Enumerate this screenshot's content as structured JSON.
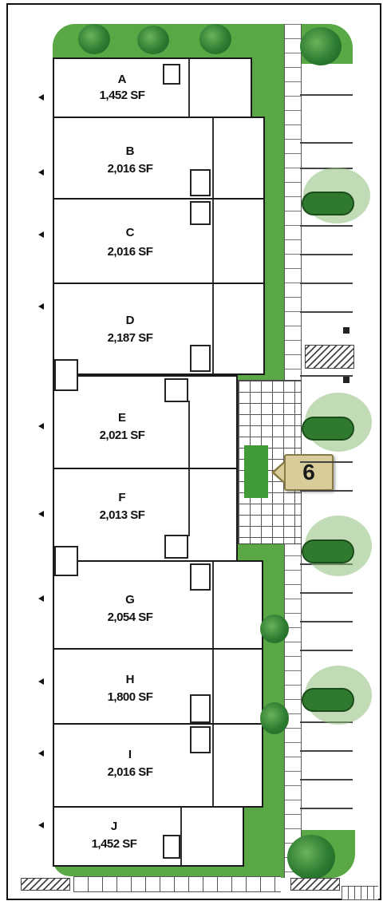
{
  "units": [
    {
      "letter": "A",
      "area": "1,452 SF"
    },
    {
      "letter": "B",
      "area": "2,016 SF"
    },
    {
      "letter": "C",
      "area": "2,016 SF"
    },
    {
      "letter": "D",
      "area": "2,187 SF"
    },
    {
      "letter": "E",
      "area": "2,021 SF"
    },
    {
      "letter": "F",
      "area": "2,013 SF"
    },
    {
      "letter": "G",
      "area": "2,054 SF"
    },
    {
      "letter": "H",
      "area": "1,800 SF"
    },
    {
      "letter": "I",
      "area": "2,016 SF"
    },
    {
      "letter": "J",
      "area": "1,452 SF"
    }
  ],
  "callout": {
    "number": "6"
  },
  "colors": {
    "landscape": "#5aa845",
    "callout_fill": "#d8cc9a",
    "outline": "#1a1a1a"
  }
}
